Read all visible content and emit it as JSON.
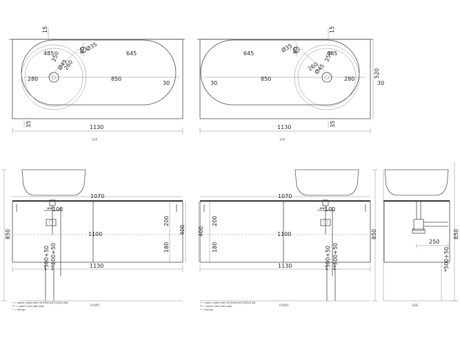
{
  "top_left": {
    "dims": {
      "d15": "15",
      "d90": "90",
      "d35": "Ø35",
      "d485": "485",
      "d645": "645",
      "d250": "250",
      "d45": "Ø45",
      "d260": "260",
      "d280": "280",
      "d850": "850",
      "d30": "30",
      "d35b": "35",
      "d1130": "1130"
    },
    "caption": "TOP"
  },
  "top_right": {
    "dims": {
      "d15": "15",
      "d35": "Ø35",
      "d90": "90",
      "d645": "645",
      "d485": "485",
      "d250": "250",
      "d260": "260",
      "d45": "Ø45",
      "d30l": "30",
      "d850": "850",
      "d280": "280",
      "d520": "520",
      "d30r": "30",
      "d35b": "35",
      "d1130": "1130"
    },
    "caption": "TOP"
  },
  "front_left": {
    "dims": {
      "d1070": "1070",
      "d100": "**100",
      "d850": "850",
      "d1100": "1100",
      "d200": "200",
      "d400": "400",
      "d180": "180",
      "d500a": "*500+50",
      "d500b": "**500+50",
      "d1130": "1130"
    },
    "caption": "FRONT",
    "notes": [
      "* = water outlet with 50/P/M/50/F/CM/50/ BN",
      "** = water inlet (left side)",
      "* = fixings"
    ]
  },
  "front_right": {
    "dims": {
      "d1070": "1070",
      "d100": "**100",
      "d400": "400",
      "d200": "200",
      "d1100": "1100",
      "d850": "850",
      "d180": "180",
      "d500a": "*500+50",
      "d500b": "**500+50",
      "d1130": "1130"
    },
    "caption": "FRONT",
    "notes": [
      "* = water outlet with 50/P/M/50/F/CM/50/ BN",
      "** = water inlet (left side)",
      "* = fixings"
    ]
  },
  "side": {
    "dims": {
      "d850": "850",
      "d250": "250",
      "d500": "*500+50"
    },
    "caption": "SIDE"
  }
}
